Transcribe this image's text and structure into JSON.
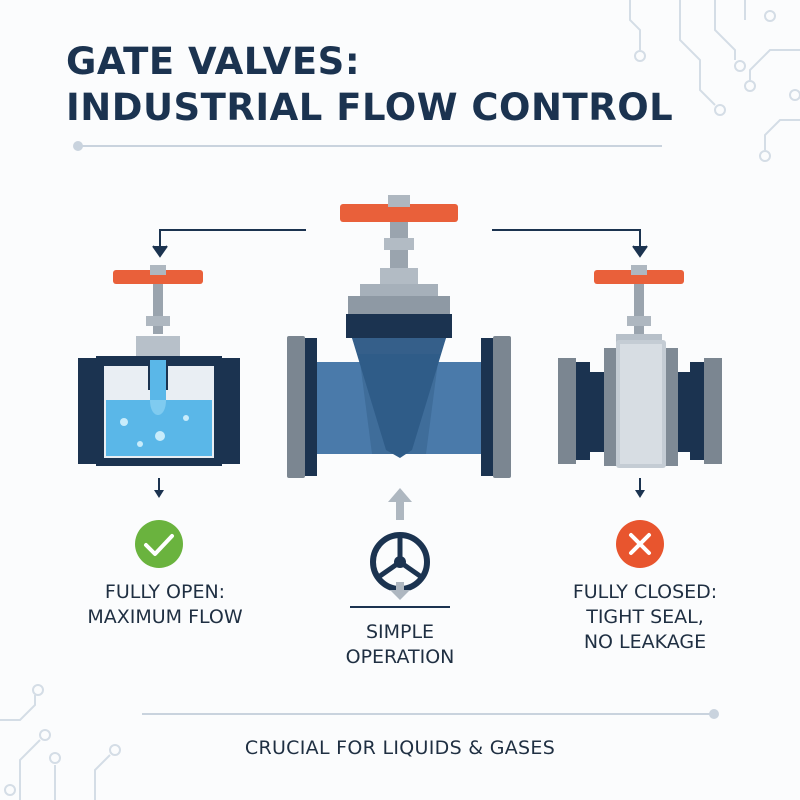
{
  "title": {
    "line1": "GATE VALVES:",
    "line2": "INDUSTRIAL FLOW CONTROL"
  },
  "panels": {
    "open": {
      "line1": "FULLY OPEN:",
      "line2": "MAXIMUM FLOW",
      "status_icon": "check-icon",
      "status_color": "#6ab33e"
    },
    "operation": {
      "line1": "SIMPLE",
      "line2": "OPERATION",
      "icon": "handwheel-icon"
    },
    "closed": {
      "line1": "FULLY CLOSED:",
      "line2": "TIGHT SEAL,",
      "line3": "NO LEAKAGE",
      "status_icon": "x-icon",
      "status_color": "#e8552e"
    }
  },
  "footer": {
    "text": "CRUCIAL FOR LIQUIDS & GASES"
  },
  "colors": {
    "handle": "#e9603a",
    "body_blue": "#3f6d9a",
    "flange_gray": "#7b8691",
    "dark_navy": "#1b3350",
    "water": "#5ab7e8"
  }
}
